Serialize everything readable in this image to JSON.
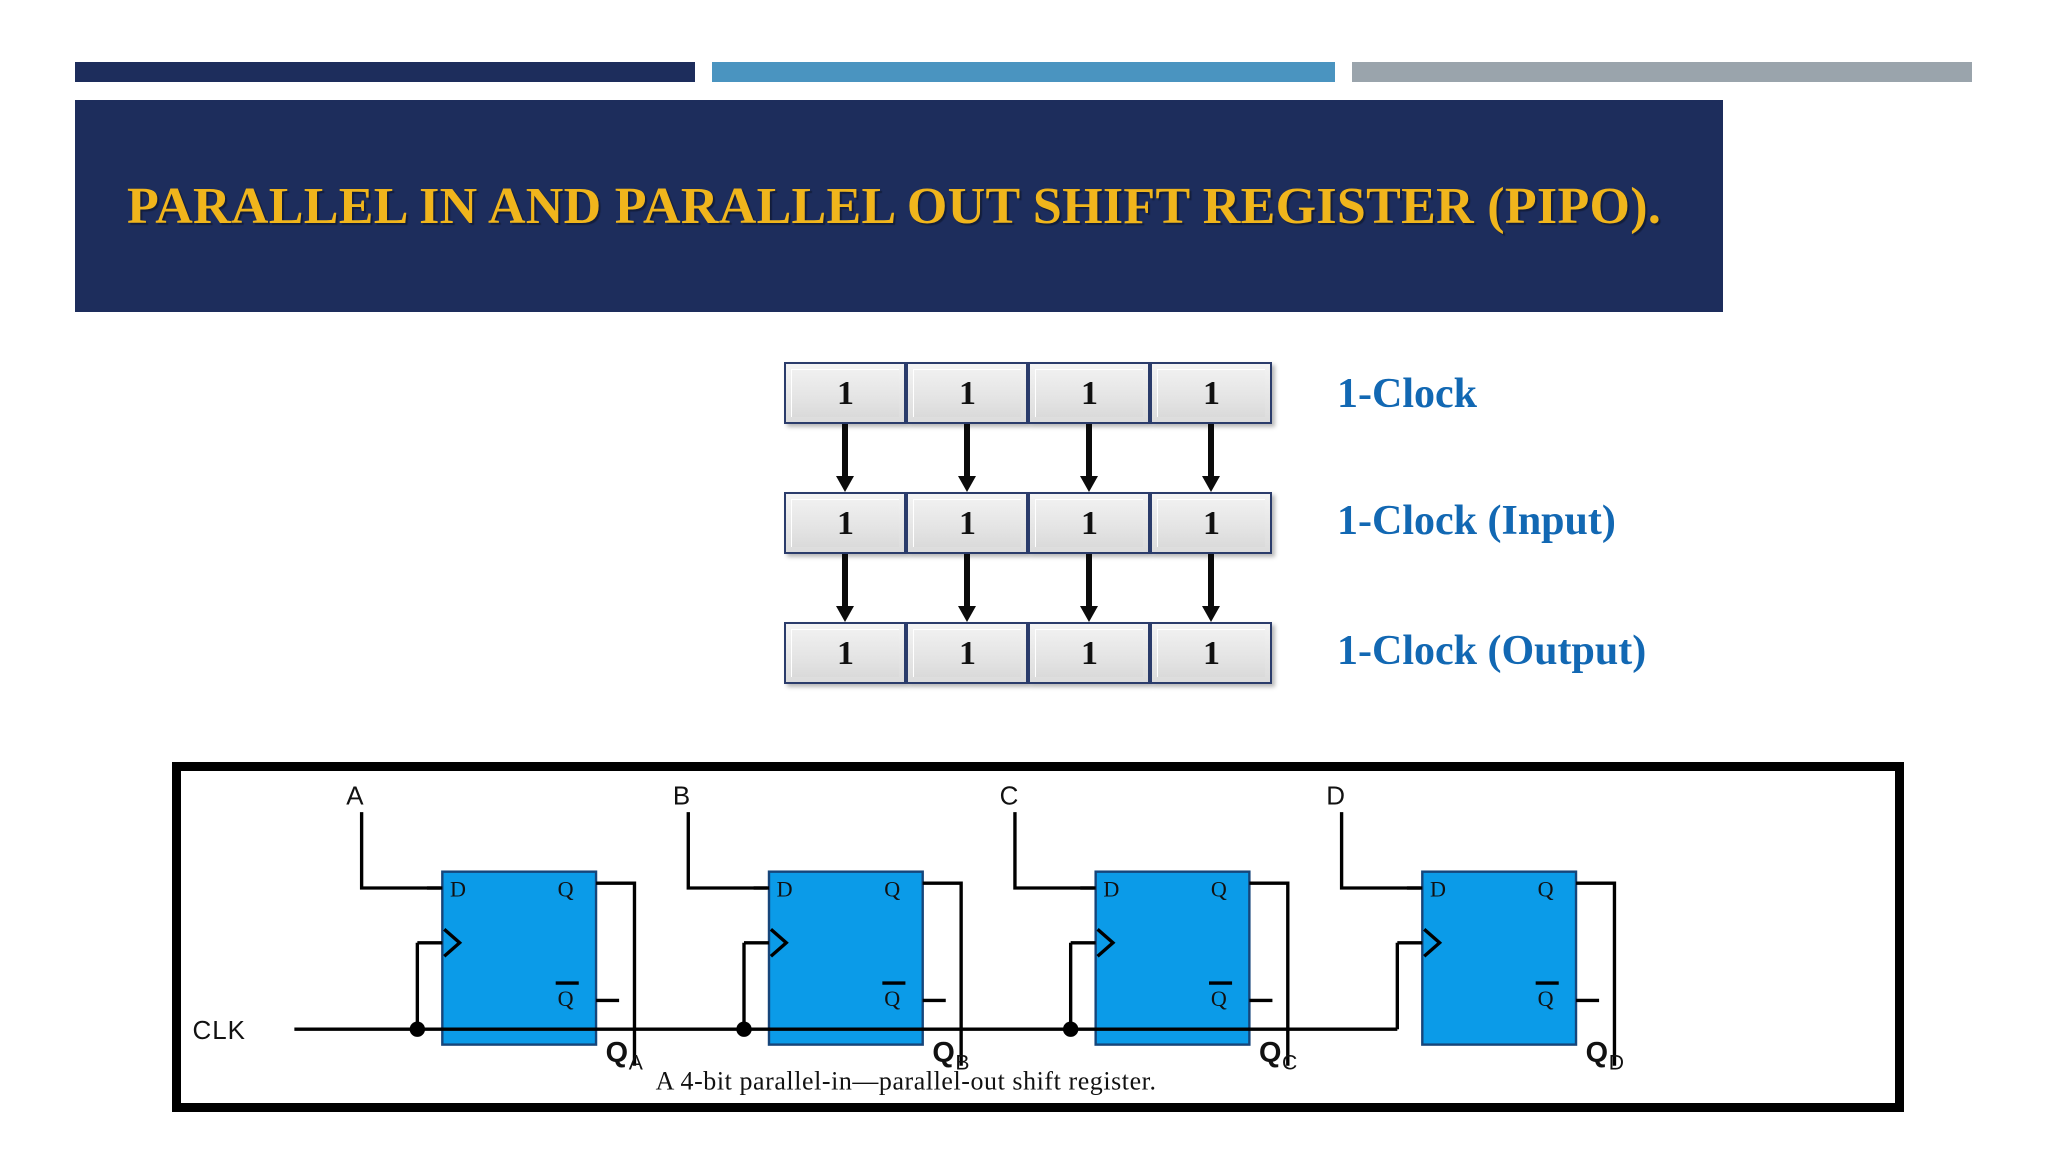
{
  "slide": {
    "title": "PARALLEL IN AND PARALLEL OUT SHIFT REGISTER (PIPO).",
    "colors": {
      "banner_navy": "#1d2d5c",
      "title_gold": "#f0b51c",
      "accent_blue": "#4a94c0",
      "accent_gray": "#9aa4ac",
      "label_blue": "#1268b3",
      "flipflop_blue": "#0b9be8"
    }
  },
  "topbars": [
    {
      "name": "bar-navy",
      "color": "#1d2d5c"
    },
    {
      "name": "bar-blue",
      "color": "#4a94c0"
    },
    {
      "name": "bar-gray",
      "color": "#9aa4ac"
    }
  ],
  "register_rows": [
    {
      "label": "1-Clock",
      "cells": [
        "1",
        "1",
        "1",
        "1"
      ]
    },
    {
      "label": "1-Clock (Input)",
      "cells": [
        "1",
        "1",
        "1",
        "1"
      ]
    },
    {
      "label": "1-Clock (Output)",
      "cells": [
        "1",
        "1",
        "1",
        "1"
      ]
    }
  ],
  "circuit": {
    "caption": "A 4-bit parallel-in—parallel-out shift register.",
    "clock_label": "CLK",
    "inputs": [
      "A",
      "B",
      "C",
      "D"
    ],
    "outputs": [
      "Q",
      "Q",
      "Q",
      "Q"
    ],
    "output_subscripts": [
      "A",
      "B",
      "C",
      "D"
    ],
    "flipflop_pins": {
      "d": "D",
      "q": "Q",
      "qbar": "Q"
    }
  }
}
